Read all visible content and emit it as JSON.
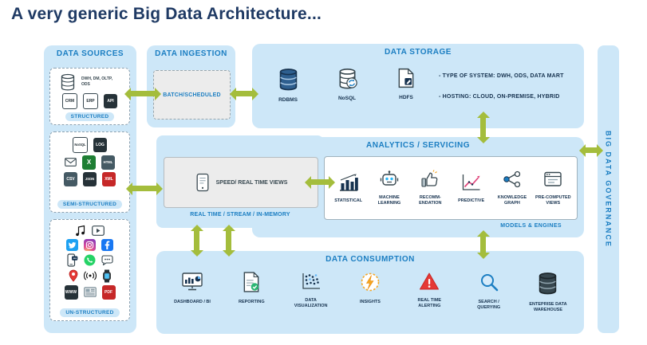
{
  "title": "A very generic Big Data Architecture...",
  "colors": {
    "panel_blue": "#cde7f8",
    "header_blue": "#1b7ec2",
    "title_navy": "#1f3a64",
    "arrow_green": "#a4bd3c",
    "alert_red": "#e53935",
    "insight_amber": "#f5a623"
  },
  "sources": {
    "header": "DATA SOURCES",
    "groups": [
      {
        "label": "STRUCTURED",
        "rows": [
          [
            {
              "icon": "database",
              "name": "source-database",
              "caption": "DWH, DM, OLTP, ODS"
            }
          ],
          [
            {
              "icon": "chip-outline",
              "name": "crm",
              "text": "CRM"
            },
            {
              "icon": "chip-outline",
              "name": "erp",
              "text": "ERP"
            },
            {
              "icon": "chip-dark",
              "name": "api",
              "text": "API"
            }
          ]
        ]
      },
      {
        "label": "SEMI-STRUCTURED",
        "rows": [
          [
            {
              "icon": "chip-outline",
              "name": "nosql-file",
              "text": "NoSQL"
            },
            {
              "icon": "chip-dark",
              "name": "log-file",
              "text": "LOG"
            }
          ],
          [
            {
              "icon": "email",
              "name": "email"
            },
            {
              "icon": "chip-green",
              "name": "excel-file",
              "text": "X"
            },
            {
              "icon": "chip-slate",
              "name": "html-file",
              "text": "HTML"
            }
          ],
          [
            {
              "icon": "chip-slate",
              "name": "csv-file",
              "text": "CSV"
            },
            {
              "icon": "chip-dark",
              "name": "json-file",
              "text": "JSON"
            },
            {
              "icon": "chip-red",
              "name": "xml-file",
              "text": "XML"
            }
          ]
        ]
      },
      {
        "label": "UN-STRUCTURED",
        "rows": [
          [
            {
              "icon": "music",
              "name": "music"
            },
            {
              "icon": "video",
              "name": "video"
            }
          ],
          [
            {
              "icon": "twitter",
              "name": "twitter"
            },
            {
              "icon": "instagram",
              "name": "instagram"
            },
            {
              "icon": "facebook",
              "name": "facebook"
            }
          ],
          [
            {
              "icon": "mobile-chat",
              "name": "mobile-chat"
            },
            {
              "icon": "whatsapp",
              "name": "whatsapp"
            },
            {
              "icon": "chat",
              "name": "chat"
            }
          ],
          [
            {
              "icon": "location",
              "name": "location-pin"
            },
            {
              "icon": "broadcast",
              "name": "broadcast"
            },
            {
              "icon": "smartwatch",
              "name": "smartwatch"
            }
          ],
          [
            {
              "icon": "chip-dark",
              "name": "www",
              "text": "WWW"
            },
            {
              "icon": "news",
              "name": "news"
            },
            {
              "icon": "chip-red",
              "name": "pdf-file",
              "text": "PDF"
            }
          ]
        ]
      }
    ]
  },
  "ingestion": {
    "header": "DATA INGESTION",
    "batch_label": "BATCH/SCHEDULED"
  },
  "storage": {
    "header": "DATA STORAGE",
    "systems": [
      {
        "icon": "db-blue",
        "label": "RDBMS"
      },
      {
        "icon": "db-sync",
        "label": "NoSQL"
      },
      {
        "icon": "hdfs",
        "label": "HDFS"
      }
    ],
    "notes": [
      "- TYPE OF SYSTEM: DWH, ODS, DATA MART",
      "- HOSTING: CLOUD, ON-PREMISE, HYBRID"
    ]
  },
  "realtime": {
    "box_label": "SPEED/ REAL TIME VIEWS",
    "caption": "REAL TIME / STREAM / IN-MEMORY",
    "icon": "tablet"
  },
  "analytics": {
    "header": "ANALYTICS / SERVICING",
    "caption": "MODELS & ENGINES",
    "models": [
      {
        "icon": "stats",
        "label": "STATISTICAL"
      },
      {
        "icon": "robot",
        "label": "MACHINE LEARNING"
      },
      {
        "icon": "thumb",
        "label": "RECOMM- ENDATION"
      },
      {
        "icon": "predict",
        "label": "PREDICTIVE"
      },
      {
        "icon": "graph",
        "label": "KNOWLEDGE GRAPH"
      },
      {
        "icon": "views",
        "label": "PRE-COMPUTED VIEWS"
      }
    ]
  },
  "consumption": {
    "header": "DATA CONSUMPTION",
    "items": [
      {
        "icon": "dashboard",
        "label": "DASHBOARD / BI"
      },
      {
        "icon": "report",
        "label": "REPORTING"
      },
      {
        "icon": "scatter",
        "label": "DATA VISUALIZATION"
      },
      {
        "icon": "insight",
        "label": "INSIGHTS"
      },
      {
        "icon": "alert",
        "label": "REAL TIME ALERTING"
      },
      {
        "icon": "search",
        "label": "SEARCH / QUERYING"
      },
      {
        "icon": "edw",
        "label": "ENTEPRISE DATA WAREHOUSE"
      }
    ]
  },
  "governance": {
    "label": "BIG DATA GOVERNANCE"
  }
}
